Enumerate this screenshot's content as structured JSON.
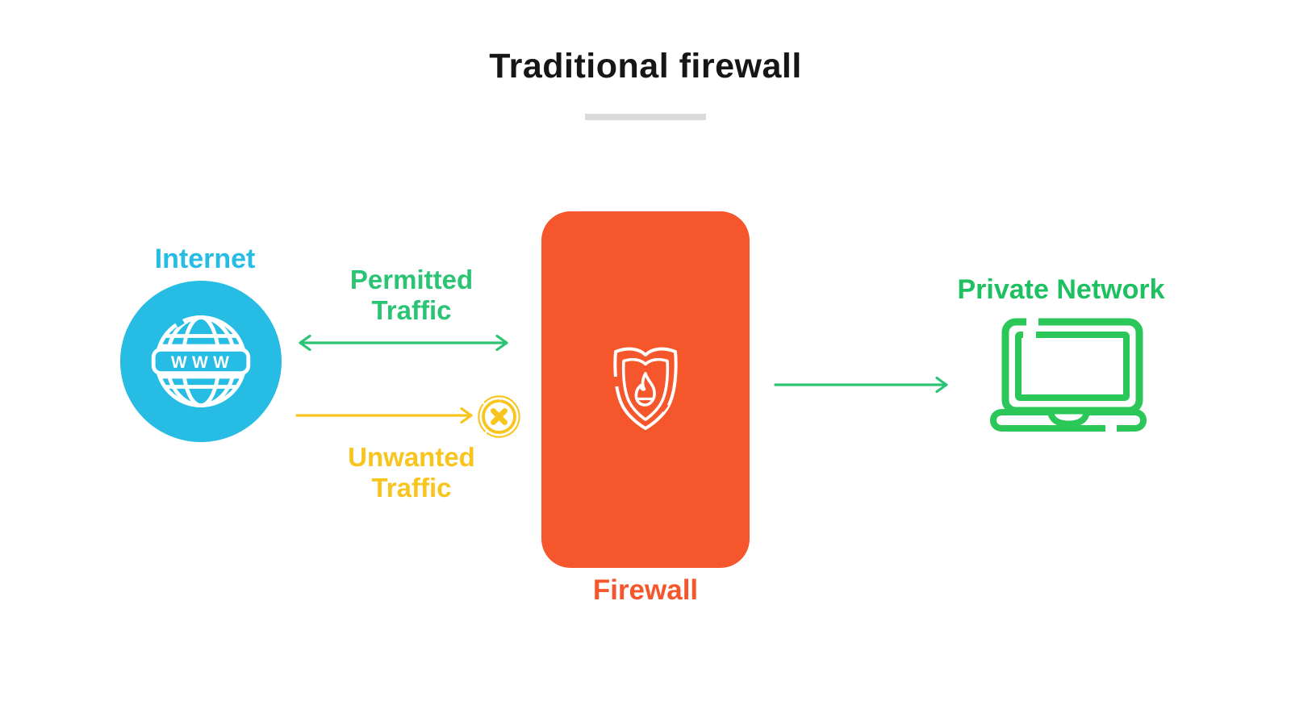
{
  "title": "Traditional firewall",
  "nodes": {
    "internet": {
      "label": "Internet",
      "icon": "globe-www-icon",
      "icon_text": "WWW",
      "color": "#26BCE3"
    },
    "firewall": {
      "label": "Firewall",
      "icon": "fire-shield-icon",
      "color": "#F5562C"
    },
    "private_network": {
      "label": "Private Network",
      "icon": "laptop-icon",
      "color": "#1FC061"
    }
  },
  "flows": {
    "permitted": {
      "label": "Permitted Traffic",
      "from": "Internet",
      "to": "Firewall",
      "direction": "bidirectional",
      "status": "allowed",
      "color": "#2BC474"
    },
    "unwanted": {
      "label": "Unwanted Traffic",
      "from": "Internet",
      "to": "Firewall",
      "direction": "one-way",
      "status": "blocked",
      "icon": "blocked-x-icon",
      "color": "#F7C51E"
    },
    "outbound": {
      "from": "Firewall",
      "to": "Private Network",
      "direction": "one-way",
      "status": "allowed",
      "color": "#2BC474"
    }
  },
  "colors": {
    "background": "#FFFFFF",
    "title_text": "#161616",
    "title_underline": "#DBDBDB"
  }
}
